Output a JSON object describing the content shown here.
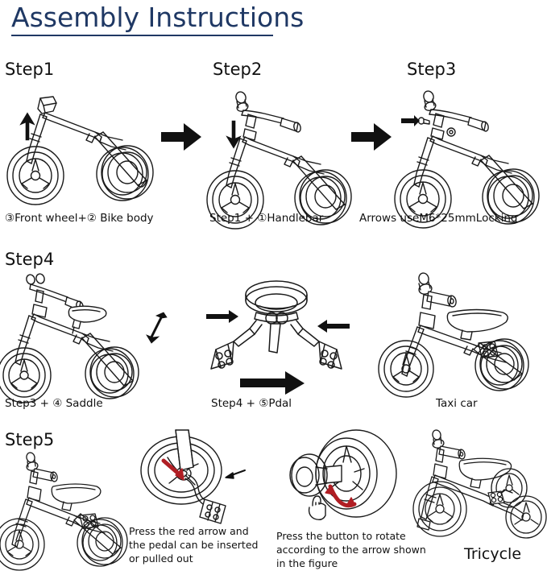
{
  "document": {
    "title": "Assembly Instructions",
    "title_color": "#1F3864",
    "background_color": "#FFFFFF",
    "line_art_color": "#1A1A1A",
    "highlight_arrow_color": "#B01E24"
  },
  "steps": [
    {
      "id": "step1",
      "label": "Step1",
      "caption": "③Front wheel+② Bike body",
      "figure": "balance-bike-front-wheel-attach",
      "arrow_hint": "up-arrow-at-front-fork"
    },
    {
      "id": "step2",
      "label": "Step2",
      "caption": "Step1 + ①Handlebar",
      "figure": "balance-bike-handlebar-insert",
      "arrow_hint": "down-arrow-at-steerer"
    },
    {
      "id": "step3",
      "label": "Step3",
      "caption": "Arrows useM6*25mmLocking",
      "figure": "balance-bike-bolt-lock",
      "arrow_hint": "right-arrow-at-bolt"
    },
    {
      "id": "step4",
      "label": "Step4",
      "caption": "Step3 + ④ Saddle",
      "figure": "balance-bike-saddle-attach",
      "arrow_hint": "down-arrow-at-saddle"
    },
    {
      "id": "step4b",
      "label": "",
      "caption": "Step4 + ⑤Pdal",
      "figure": "pedal-crank-assembly",
      "arrow_hint": "two-inward-arrows-and-forward-arrow"
    },
    {
      "id": "step4c",
      "label": "",
      "caption": "Taxi car",
      "figure": "completed-balance-bike",
      "arrow_hint": ""
    },
    {
      "id": "step5",
      "label": "Step5",
      "caption": "",
      "figure": "balance-bike-with-pedals",
      "arrow_hint": ""
    },
    {
      "id": "step5b",
      "label": "",
      "caption": "Press the red arrow and the pedal can be inserted or pulled out",
      "caption_lines": [
        "Press the red arrow and",
        "the pedal can be inserted",
        "or pulled out"
      ],
      "figure": "wheel-pedal-release-red-arrow",
      "arrow_hint": "red-straight-arrow-and-black-pointer"
    },
    {
      "id": "step5c",
      "label": "",
      "caption": "Press the button to rotate according to the arrow shown in the figure",
      "caption_lines": [
        "Press the button to rotate",
        "according to the arrow shown",
        "in the figure"
      ],
      "figure": "wheel-button-rotate-red-curved-arrow",
      "arrow_hint": "red-curved-rotation-arrow-with-hand"
    },
    {
      "id": "final",
      "label": "",
      "caption": "Tricycle",
      "figure": "completed-tricycle",
      "arrow_hint": ""
    }
  ],
  "connector_arrows": [
    {
      "id": "arrow-step1-step2",
      "direction": "right"
    },
    {
      "id": "arrow-step2-step3",
      "direction": "right"
    }
  ]
}
